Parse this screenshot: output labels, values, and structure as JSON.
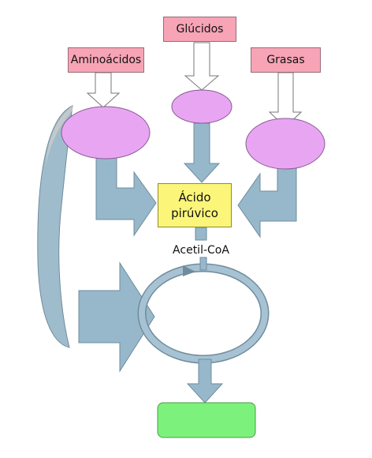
{
  "sources": {
    "glucidos": "Glúcidos",
    "aminoacidos": "Aminoácidos",
    "grasas": "Grasas"
  },
  "center": {
    "line1": "Ácido",
    "line2": "pirúvico"
  },
  "acetil": "Acetil-CoA",
  "colors": {
    "pink": "#f6a4b6",
    "lilac": "#e8a6f2",
    "yellow": "#fbf57a",
    "green": "#7cf27c",
    "arrow_blue": "#97b8cb",
    "arrow_white": "#ffffff"
  }
}
